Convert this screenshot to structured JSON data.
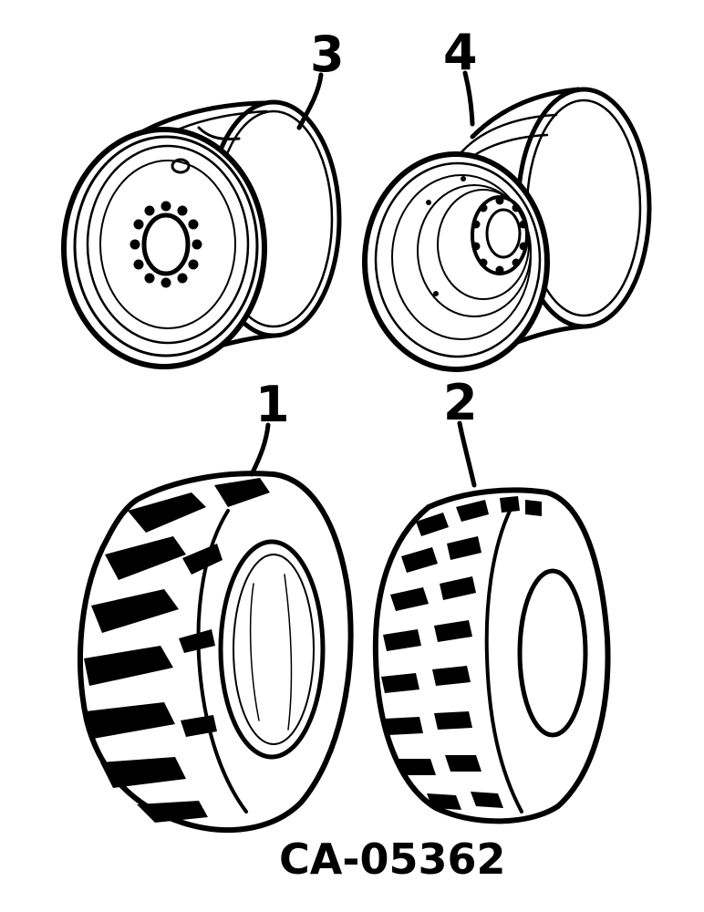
{
  "callouts": {
    "part_1": "1",
    "part_2": "2",
    "part_3": "3",
    "part_4": "4"
  },
  "figure_id": "CA-05362",
  "colors": {
    "ink": "#000000",
    "paper": "#ffffff"
  },
  "parts": [
    {
      "callout": "1",
      "depicts": "tire-lug-tread-icon"
    },
    {
      "callout": "2",
      "depicts": "tire-block-tread-icon"
    },
    {
      "callout": "3",
      "depicts": "wheel-rim-disc-icon"
    },
    {
      "callout": "4",
      "depicts": "wheel-rim-hub-icon"
    }
  ]
}
